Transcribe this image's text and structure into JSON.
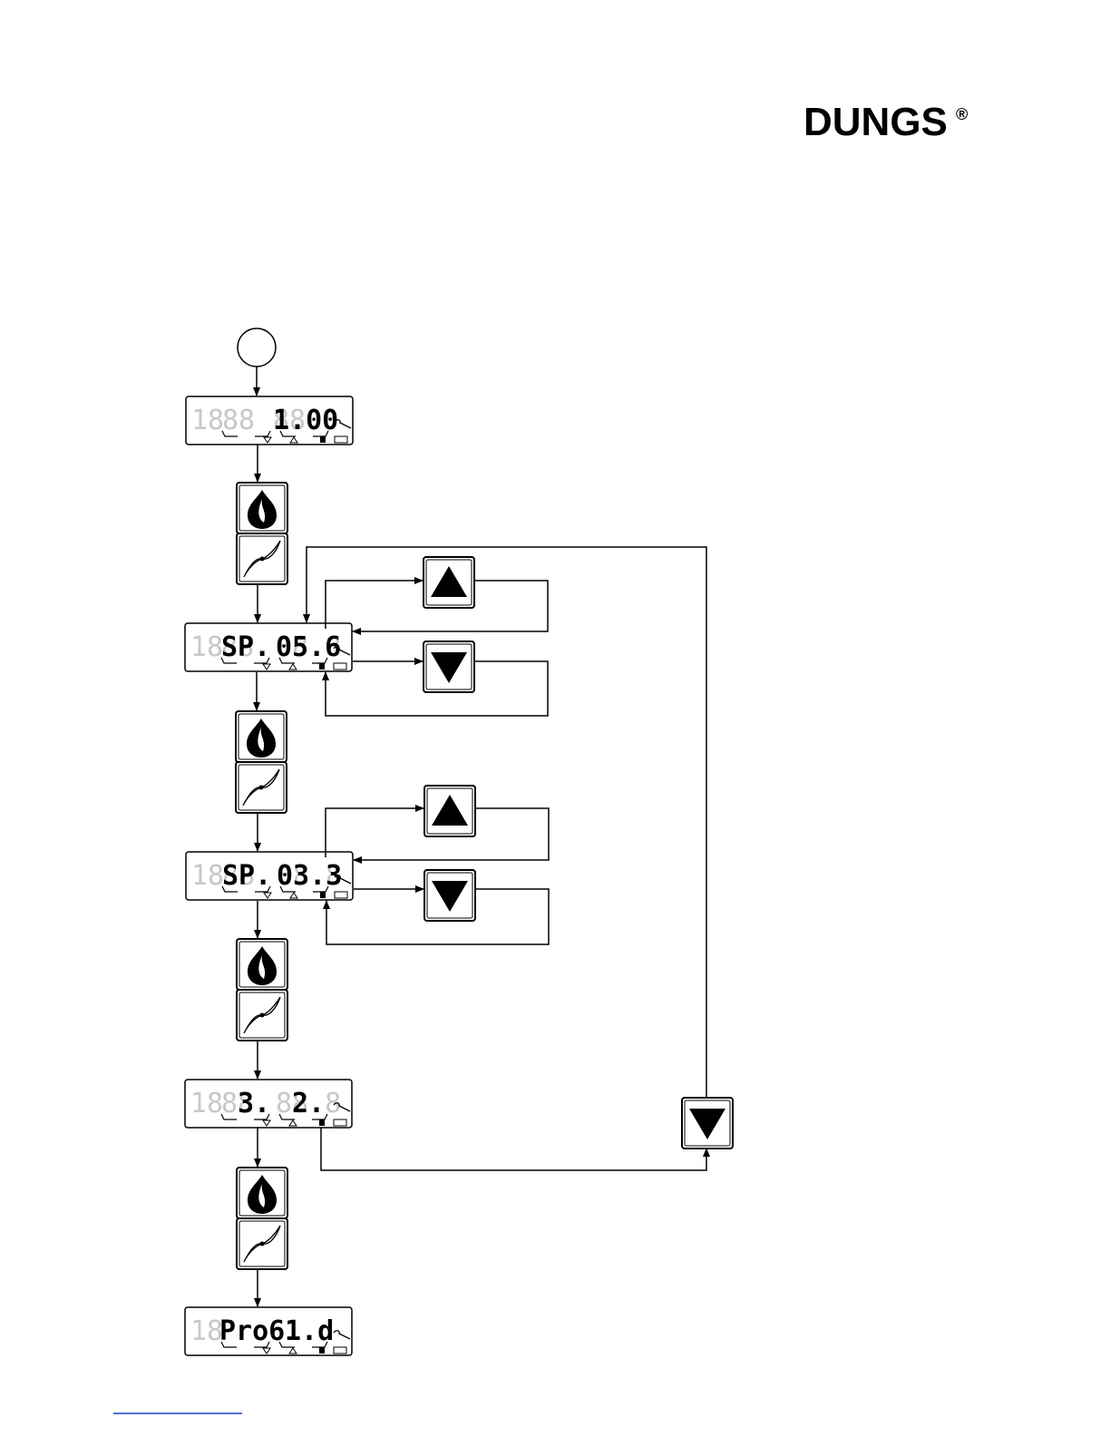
{
  "header": {
    "logo_text": "DUNGS",
    "logo_mark": "®"
  },
  "displays": [
    {
      "id": "d1",
      "main": "1.00",
      "sub_left": ""
    },
    {
      "id": "d2",
      "main": "05.6",
      "sub_left": "SP."
    },
    {
      "id": "d3",
      "main": "03.3",
      "sub_left": "SP."
    },
    {
      "id": "d4",
      "main": "2.",
      "sub_left": "3."
    },
    {
      "id": "d5",
      "main": "1.d",
      "sub_left": "Pro6"
    }
  ],
  "icons": {
    "start": "start-circle-icon",
    "flame": "flame-button-icon",
    "fan": "fan-button-icon",
    "up": "up-arrow-button-icon",
    "down": "down-arrow-button-icon",
    "wrench": "wrench-icon",
    "valve": "valve-icon"
  },
  "colors": {
    "line": "#000000",
    "ghost_segment": "#c8c8c8",
    "footer_link": "#1f3fbf"
  }
}
